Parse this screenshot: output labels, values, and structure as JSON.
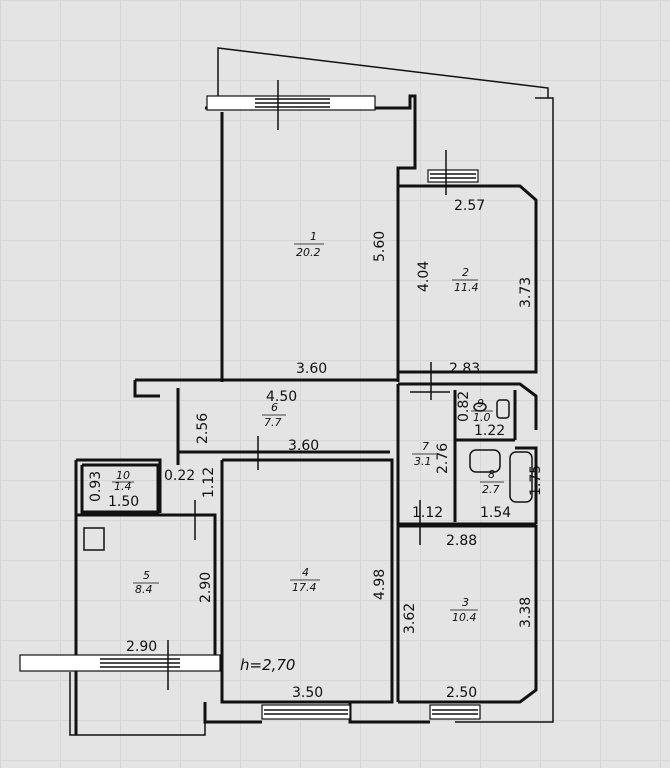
{
  "floor_plan": {
    "ceiling_height": "h=2,70",
    "rooms": [
      {
        "number": "1",
        "area": "20.2"
      },
      {
        "number": "2",
        "area": "11.4"
      },
      {
        "number": "3",
        "area": "10.4"
      },
      {
        "number": "4",
        "area": "17.4"
      },
      {
        "number": "5",
        "area": "8.4"
      },
      {
        "number": "6",
        "area": "7.7"
      },
      {
        "number": "7",
        "area": "3.1"
      },
      {
        "number": "8",
        "area": "2.7"
      },
      {
        "number": "9",
        "area": "1.0"
      },
      {
        "number": "10",
        "area": "1.4"
      }
    ],
    "dimensions": {
      "d_560": "5.60",
      "d_360_a": "3.60",
      "d_257": "2.57",
      "d_404": "4.04",
      "d_373": "3.73",
      "d_283": "2.83",
      "d_450": "4.50",
      "d_256": "2.56",
      "d_082": "0.82",
      "d_122": "1.22",
      "d_360_b": "3.60",
      "d_276": "2.76",
      "d_093": "0.93",
      "d_022": "0.22",
      "d_112_a": "1.12",
      "d_150": "1.50",
      "d_175": "1.75",
      "d_112_b": "1.12",
      "d_154": "1.54",
      "d_288": "2.88",
      "d_290_v": "2.90",
      "d_498": "4.98",
      "d_362": "3.62",
      "d_338": "3.38",
      "d_290_h": "2.90",
      "d_350": "3.50",
      "d_250": "2.50"
    }
  }
}
